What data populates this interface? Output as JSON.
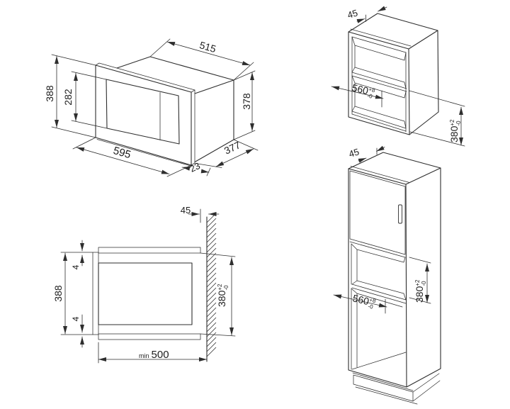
{
  "style": {
    "background": "#ffffff",
    "line_color": "#2e2e2e",
    "text_color": "#1d1d1d"
  },
  "drawings": {
    "oven_isometric": {
      "top_width": "515",
      "frame_height": "388",
      "window_height": "282",
      "body_height": "378",
      "frame_width": "595",
      "body_depth": "377",
      "frame_thickness": "23"
    },
    "wall_cabinet": {
      "front_clearance": "45",
      "niche_width": {
        "value": "560",
        "tol_plus": "+8",
        "tol_minus": "-0"
      },
      "niche_height": {
        "value": "380",
        "tol_plus": "+2",
        "tol_minus": "-0"
      }
    },
    "side_section": {
      "wall_clearance": "45",
      "frame_height": "388",
      "top_overlap": "4",
      "bottom_overlap": "4",
      "niche_height": {
        "value": "380",
        "tol_plus": "+2",
        "tol_minus": "-0"
      },
      "min_depth_prefix": "min",
      "min_depth": "500"
    },
    "tall_cabinet": {
      "front_clearance": "45",
      "niche_width": {
        "value": "560",
        "tol_plus": "+8",
        "tol_minus": "-0"
      },
      "niche_height": {
        "value": "380",
        "tol_plus": "+2",
        "tol_minus": "-0"
      }
    }
  }
}
